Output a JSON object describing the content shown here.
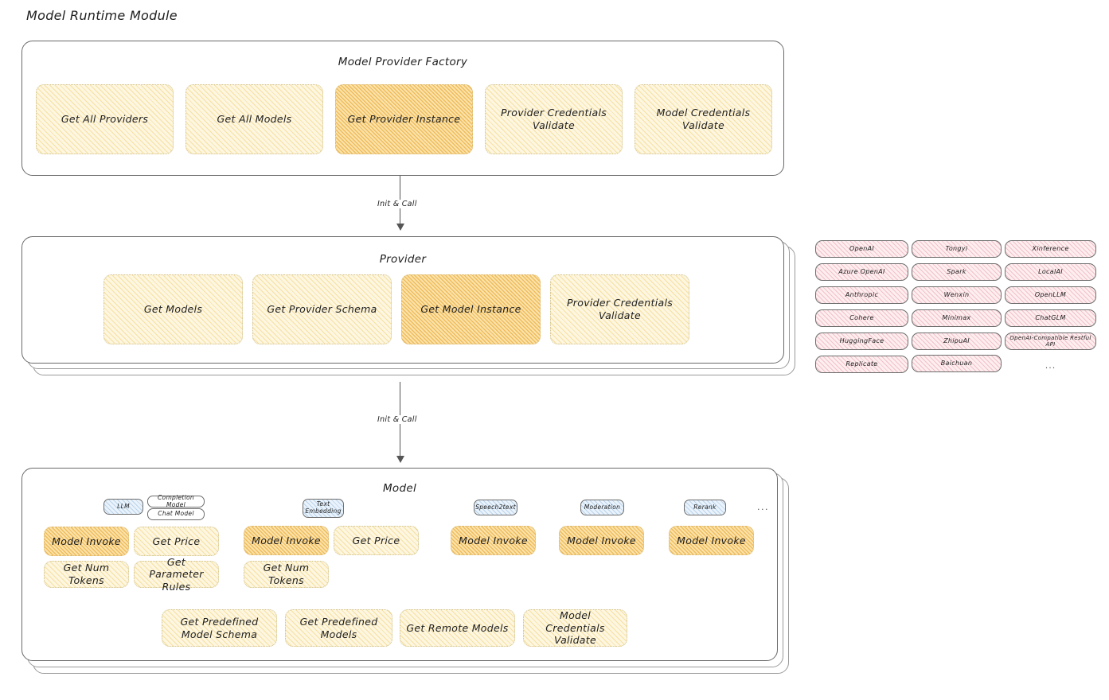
{
  "page": {
    "title": "Model Runtime Module"
  },
  "arrows": [
    {
      "label": "Init & Call"
    },
    {
      "label": "Init & Call"
    }
  ],
  "factory": {
    "title": "Model Provider Factory",
    "nodes": [
      {
        "label": "Get All Providers",
        "highlight": false
      },
      {
        "label": "Get All Models",
        "highlight": false
      },
      {
        "label": "Get Provider Instance",
        "highlight": true
      },
      {
        "label": "Provider Credentials Validate",
        "highlight": false
      },
      {
        "label": "Model Credentials Validate",
        "highlight": false
      }
    ]
  },
  "provider": {
    "title": "Provider",
    "nodes": [
      {
        "label": "Get Models",
        "highlight": false
      },
      {
        "label": "Get Provider Schema",
        "highlight": false
      },
      {
        "label": "Get Model Instance",
        "highlight": true
      },
      {
        "label": "Provider Credentials Validate",
        "highlight": false
      }
    ]
  },
  "provider_list": {
    "columns": [
      [
        "OpenAI",
        "Azure OpenAI",
        "Anthropic",
        "Cohere",
        "HuggingFace",
        "Replicate"
      ],
      [
        "Tongyi",
        "Spark",
        "Wenxin",
        "Minimax",
        "ZhipuAI",
        "Baichuan"
      ],
      [
        "Xinference",
        "LocalAI",
        "OpenLLM",
        "ChatGLM",
        "OpenAI-Compatible Restful API"
      ]
    ],
    "more": "..."
  },
  "model": {
    "title": "Model",
    "more": "...",
    "types": [
      {
        "badge": "LLM",
        "sub_badges": [
          "Completion Model",
          "Chat Model"
        ],
        "nodes": [
          {
            "label": "Model Invoke",
            "highlight": true
          },
          {
            "label": "Get Price",
            "highlight": false
          },
          {
            "label": "Get Num Tokens",
            "highlight": false
          },
          {
            "label": "Get Parameter Rules",
            "highlight": false
          }
        ]
      },
      {
        "badge": "Text Embedding",
        "sub_badges": [],
        "nodes": [
          {
            "label": "Model Invoke",
            "highlight": true
          },
          {
            "label": "Get Price",
            "highlight": false
          },
          {
            "label": "Get Num Tokens",
            "highlight": false
          }
        ]
      },
      {
        "badge": "Speech2text",
        "sub_badges": [],
        "nodes": [
          {
            "label": "Model Invoke",
            "highlight": true
          }
        ]
      },
      {
        "badge": "Moderation",
        "sub_badges": [],
        "nodes": [
          {
            "label": "Model Invoke",
            "highlight": true
          }
        ]
      },
      {
        "badge": "Rerank",
        "sub_badges": [],
        "nodes": [
          {
            "label": "Model Invoke",
            "highlight": true
          }
        ]
      }
    ],
    "common_nodes": [
      {
        "label": "Get Predefined Model Schema"
      },
      {
        "label": "Get Predefined Models"
      },
      {
        "label": "Get Remote Models"
      },
      {
        "label": "Model Credentials Validate"
      }
    ]
  },
  "colors": {
    "highlight_fill": "#fbe3ab",
    "node_fill": "#fdf6e0",
    "provider_chip_fill": "#fdeef0",
    "badge_fill": "#eaf3fb",
    "stroke": "#6a6a6a"
  }
}
